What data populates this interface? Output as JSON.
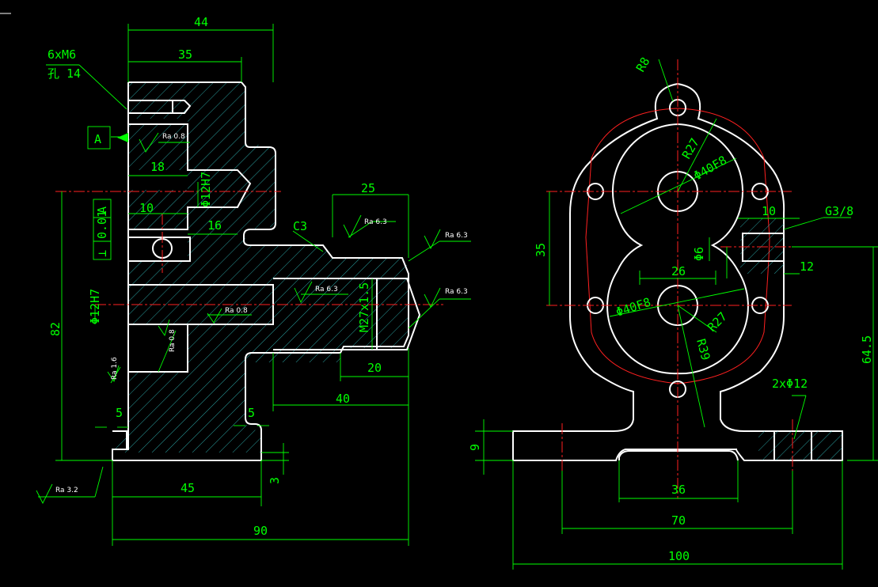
{
  "colors": {
    "background": "#000000",
    "outline": "#ffffff",
    "dimension": "#00ff00",
    "centerline": "#ff2020",
    "hatch": "#33c6c6"
  },
  "section_view": {
    "dims": {
      "d44": "44",
      "d35": "35",
      "d18": "18",
      "d10": "10",
      "d16": "16",
      "d25": "25",
      "d20": "20",
      "d40": "40",
      "d82": "82",
      "d5a": "5",
      "d5b": "5",
      "d3": "3",
      "d45": "45",
      "d90": "90"
    },
    "labels": {
      "thread_holes_1": "6xM6",
      "thread_holes_2": "孔",
      "thread_holes_depth": "14",
      "datum": "A",
      "tol_symbol": "⊥",
      "tol_value": "0.01",
      "tol_datum": "A",
      "bore_phi12_top": "Φ12H7",
      "bore_phi12_left": "Φ12H7",
      "chamfer": "C3",
      "thread": "M27x1.5"
    },
    "roughness": {
      "r1": "Ra 0.8",
      "r2": "Ra 6.3",
      "r3": "Ra 6.3",
      "r4": "Ra 6.3",
      "r5": "Ra 6.3",
      "r6": "Ra 0.8",
      "r7": "Ra 0.8",
      "r8": "Ra 1.6",
      "r9": "Ra 3.2"
    }
  },
  "front_view": {
    "dims": {
      "r8": "R8",
      "r27_top": "R27",
      "phi40_top": "Φ40F8",
      "d10": "10",
      "g38": "G3/8",
      "d35": "35",
      "phi6": "Φ6",
      "d26": "26",
      "d12": "12",
      "phi40_bot": "Φ40F8",
      "r27_bot": "R27",
      "r39": "R39",
      "d64_5": "64.5",
      "holes": "2xΦ12",
      "d9": "9",
      "d36": "36",
      "d70": "70",
      "d100": "100"
    }
  }
}
